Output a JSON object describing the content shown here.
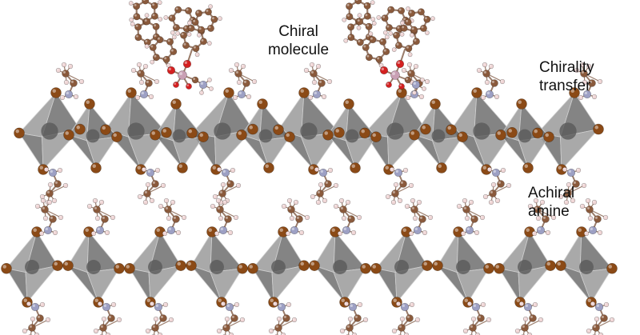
{
  "labels": {
    "chiral_molecule": [
      "Chiral",
      "molecule"
    ],
    "chirality_transfer": [
      "Chirality",
      "transfer"
    ],
    "achiral_amine": [
      "Achiral",
      "amine"
    ]
  },
  "colors": {
    "octahedron_face_light": "#9a9a9a",
    "octahedron_face_dark": "#6f6f6f",
    "octahedron_edge": "#cfcfcf",
    "metal_center": "#5a5a5a",
    "halide": "#8b4a16",
    "carbon": "#8a5a3c",
    "hydrogen": "#f0d6d6",
    "nitrogen": "#9da0c4",
    "oxygen": "#d42020",
    "phosphorus": "#c9a0b4",
    "bond": "#9a7c6a"
  },
  "structure": {
    "top_layer_octahedra": 7,
    "bottom_layer_octahedra": 10
  }
}
